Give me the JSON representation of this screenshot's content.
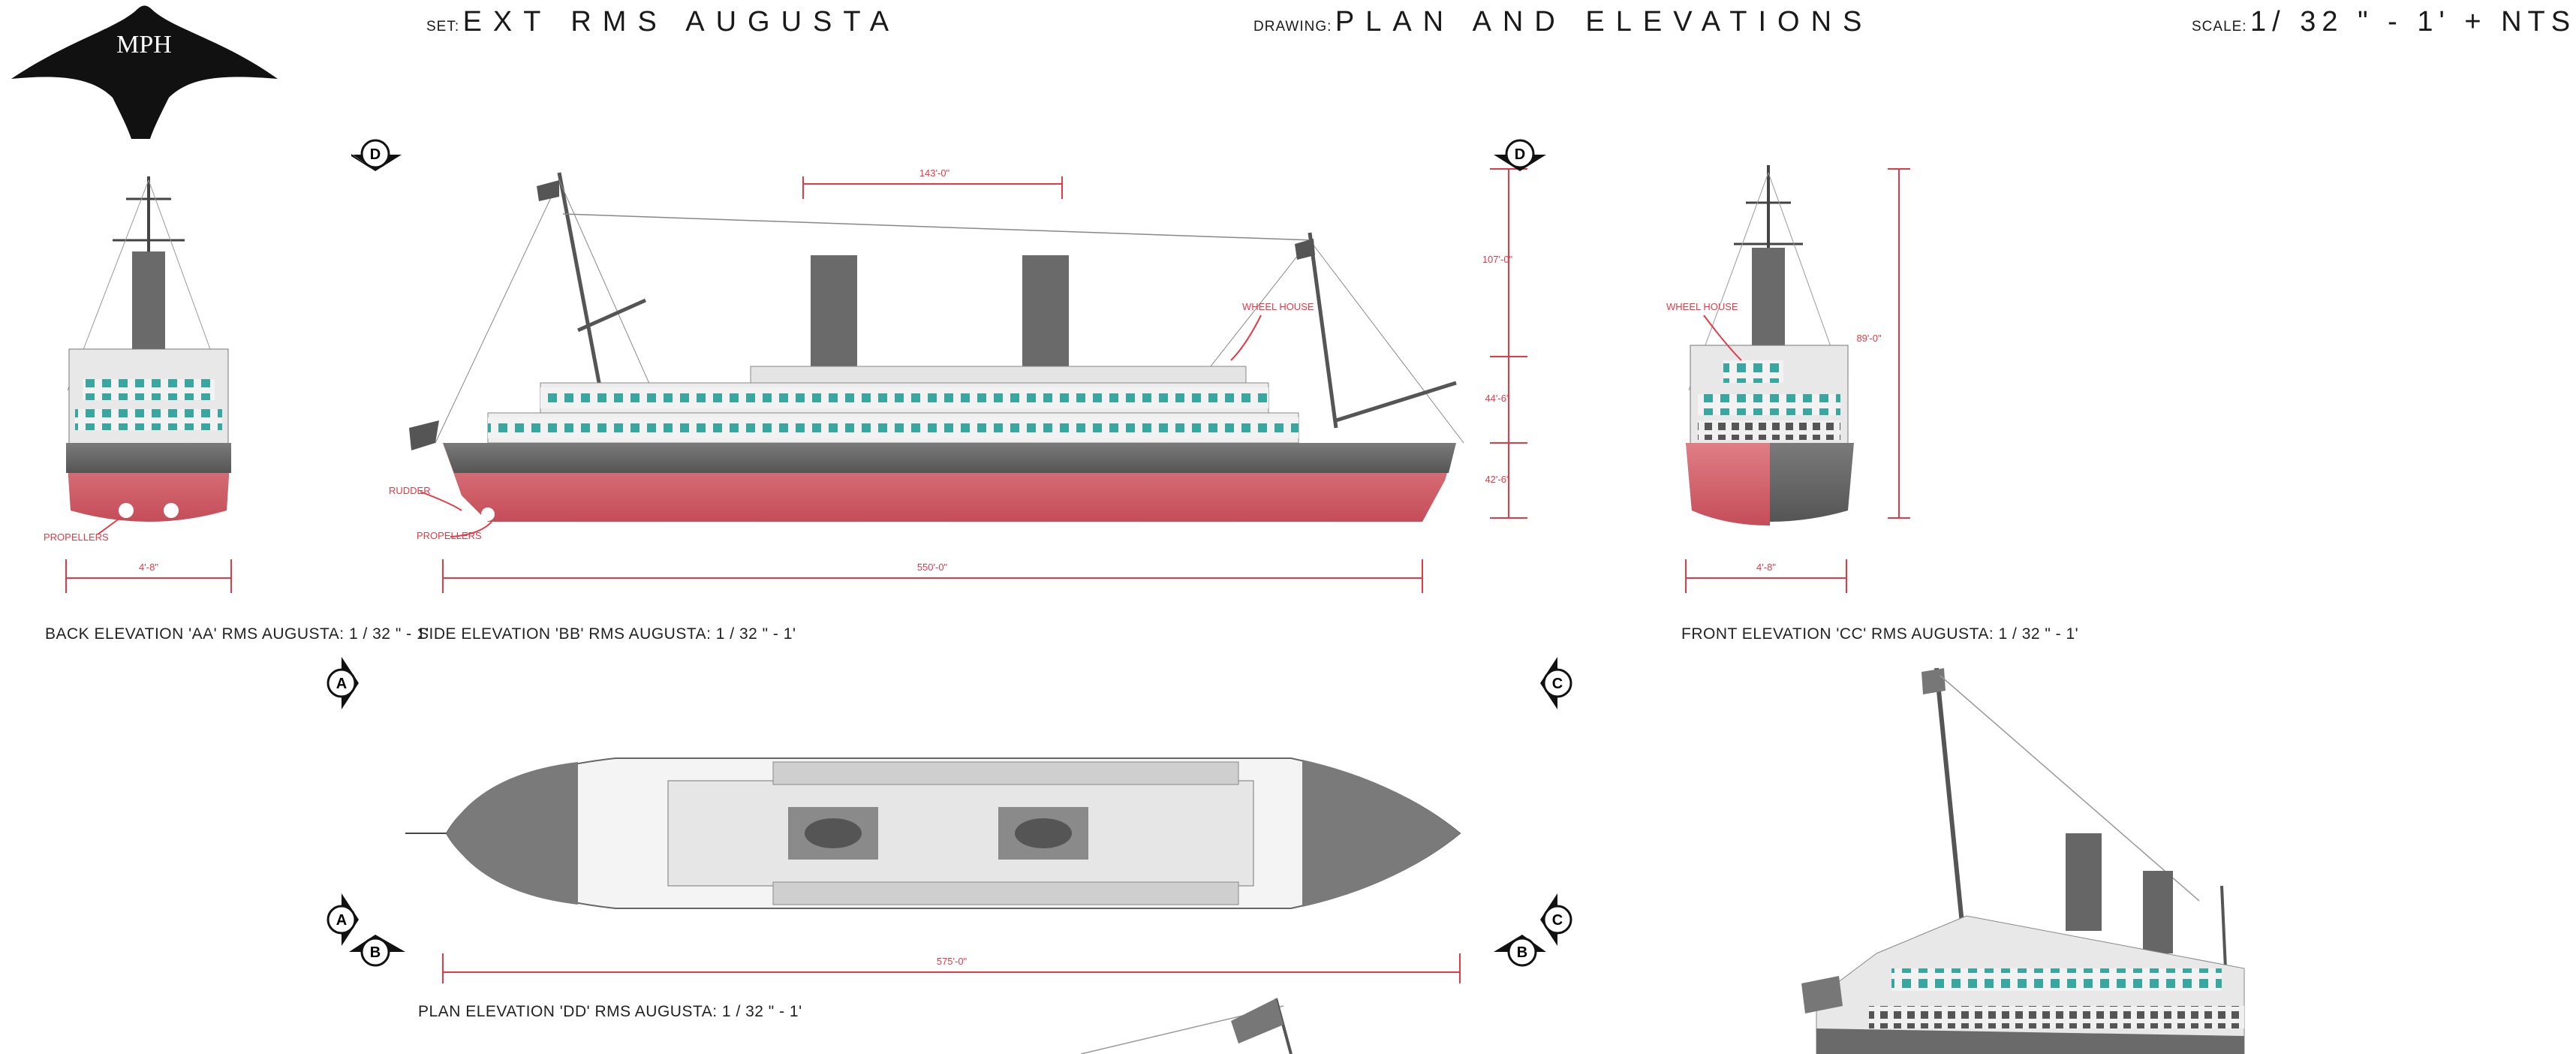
{
  "header": {
    "set_label": "SET:",
    "set_value": "EXT RMS AUGUSTA",
    "drawing_label": "DRAWING:",
    "drawing_value": "PLAN AND ELEVATIONS",
    "scale_label": "SCALE:",
    "scale_value": "1/ 32 \" - 1' + NTS"
  },
  "logo": {
    "text": "MPH"
  },
  "captions": {
    "back": "BACK ELEVATION 'AA' RMS AUGUSTA: 1 / 32 \" - 1'",
    "side": "SIDE ELEVATION 'BB' RMS AUGUSTA: 1 / 32 \" - 1'",
    "front": "FRONT ELEVATION 'CC' RMS AUGUSTA: 1 / 32 \" - 1'",
    "plan": "PLAN ELEVATION 'DD' RMS AUGUSTA: 1 / 32 \" - 1'"
  },
  "annotations": {
    "propellers": "PROPELLERS",
    "rudder": "RUDDER",
    "wheel_house": "WHEEL HOUSE",
    "wheel_house_front": "WHEEL HOUSE",
    "propellers_back": "PROPELLERS"
  },
  "dimensions": {
    "back_width": "4'-8\"",
    "front_width": "4'-8\"",
    "funnel_spacing": "143'-0\"",
    "side_length": "550'-0\"",
    "plan_length": "575'-0\"",
    "height_top": "107'-0\"",
    "height_mid": "44'-6\"",
    "height_low": "42'-6\"",
    "front_height": "89'-0\""
  },
  "section_markers": {
    "d_left": "D",
    "d_right": "D",
    "a_upper": "A",
    "c_upper": "C",
    "a_lower": "A",
    "b_left": "B",
    "b_right": "B",
    "c_lower": "C"
  },
  "colors": {
    "hull_red": "#d9606a",
    "hull_grey": "#6d6d6d",
    "dim_red": "#e63946",
    "window_teal": "#3aa6a0",
    "ink": "#1a1a1a"
  }
}
